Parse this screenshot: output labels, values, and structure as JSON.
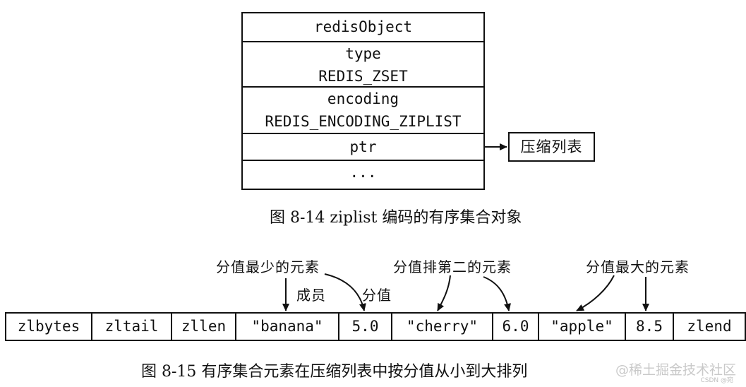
{
  "figure1": {
    "rows": [
      "redisObject",
      "type",
      "REDIS_ZSET",
      "encoding",
      "REDIS_ENCODING_ZIPLIST",
      "ptr",
      "..."
    ],
    "ptr_target": "压缩列表",
    "caption": "图 8-14   ziplist 编码的有序集合对象"
  },
  "figure2": {
    "cells": [
      "zlbytes",
      "zltail",
      "zllen",
      "\"banana\"",
      "5.0",
      "\"cherry\"",
      "6.0",
      "\"apple\"",
      "8.5",
      "zlend"
    ],
    "annotations": {
      "min": "分值最少的元素",
      "member": "成员",
      "score": "分值",
      "second": "分值排第二的元素",
      "max": "分值最大的元素"
    },
    "caption": "图 8-15   有序集合元素在压缩列表中按分值从小到大排列"
  },
  "watermark": {
    "main": "@稀土掘金技术社区",
    "small": "CSDN @宛"
  }
}
